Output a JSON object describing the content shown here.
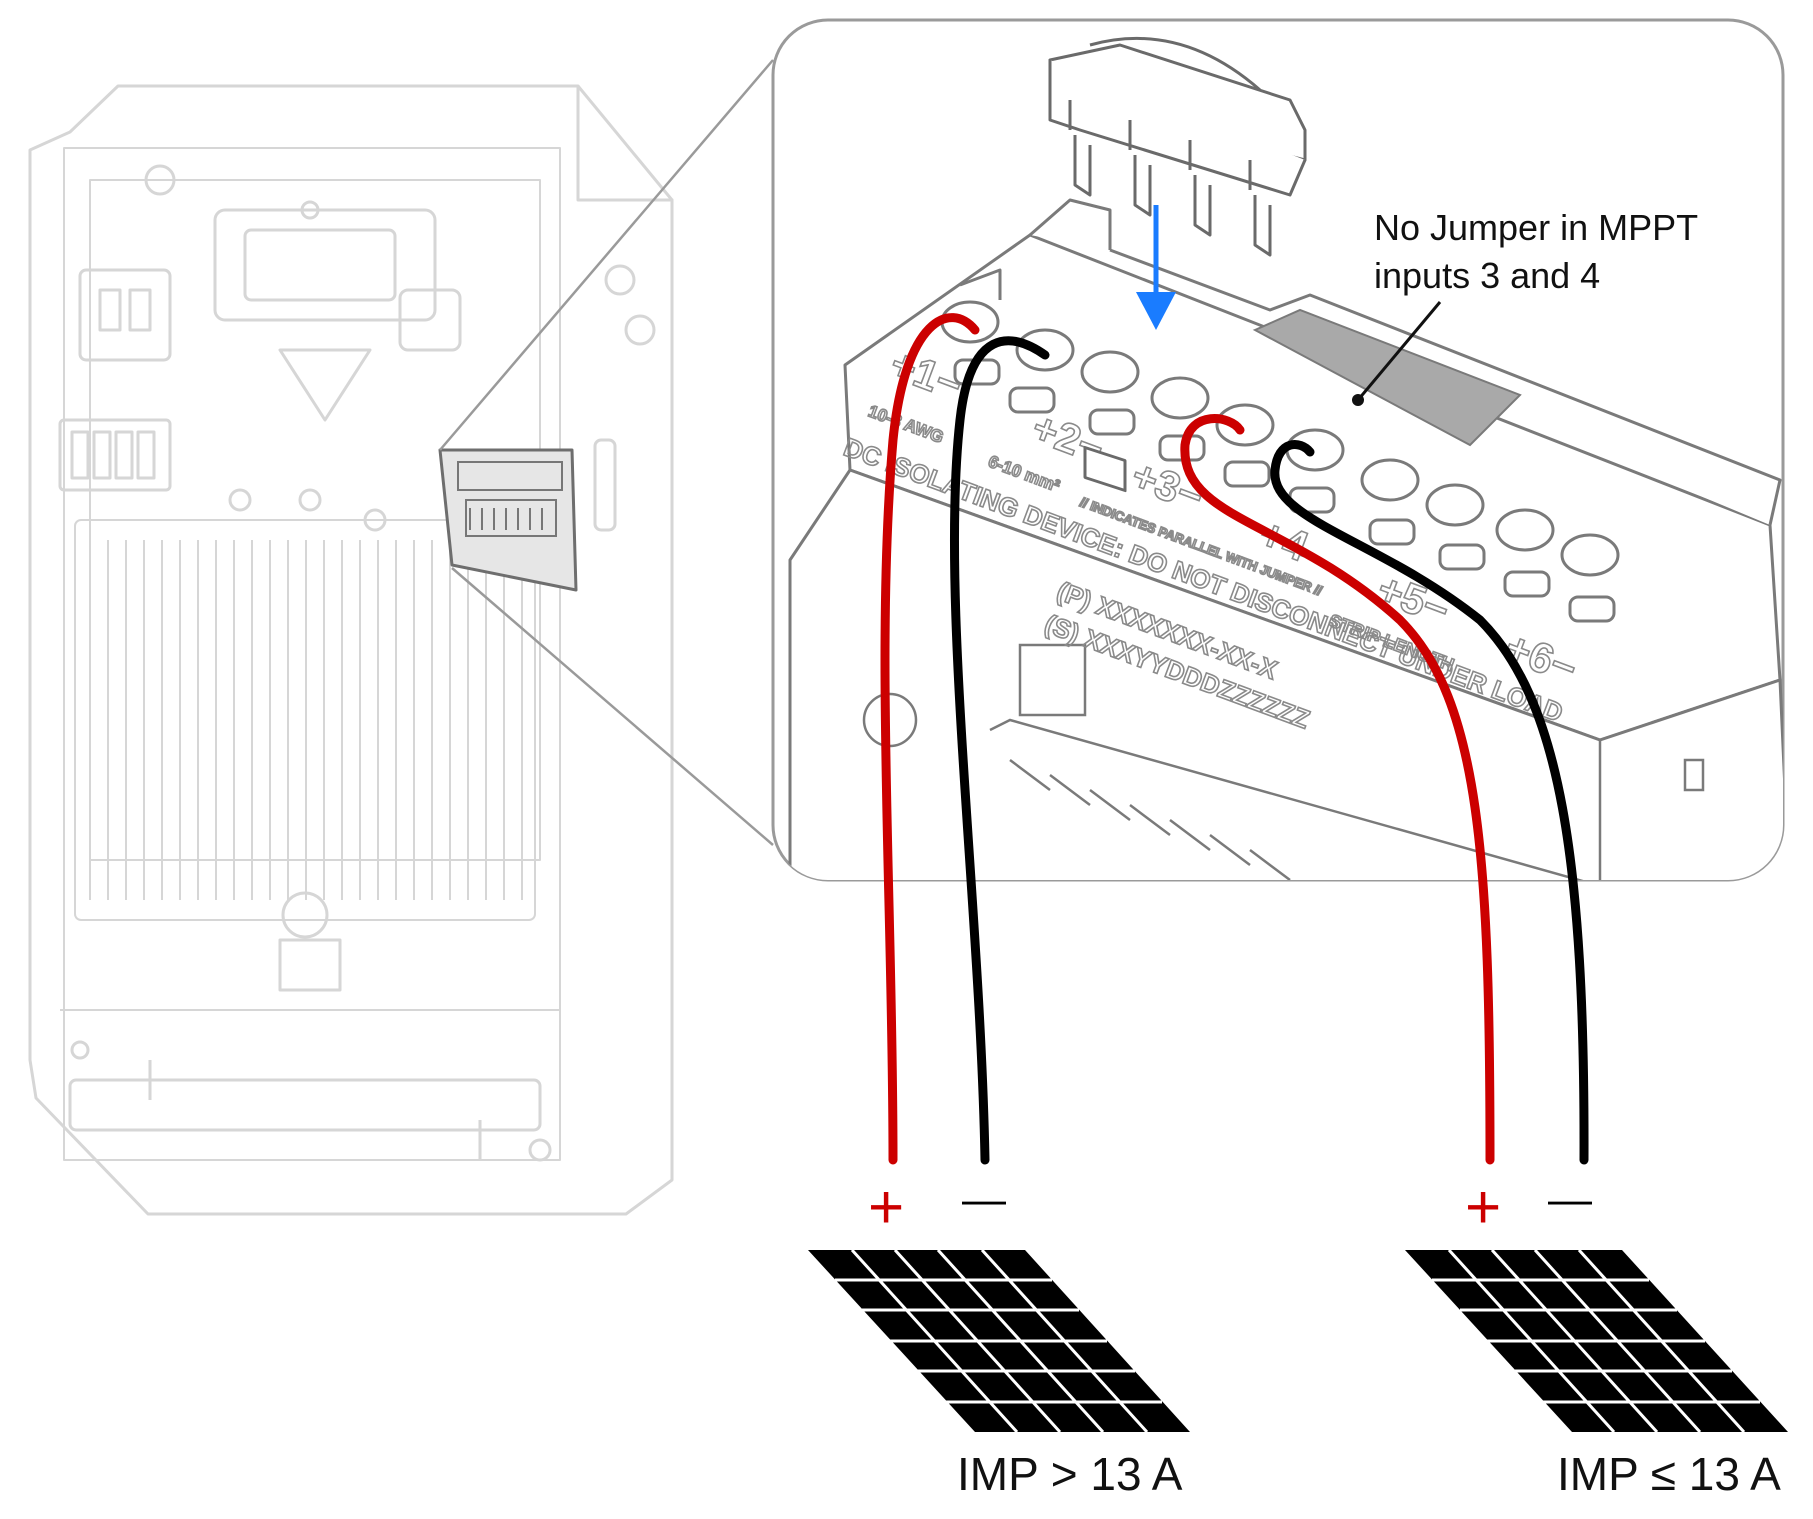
{
  "diagram": {
    "callout": {
      "line1": "No Jumper in MPPT",
      "line2": "inputs 3 and 4"
    },
    "terminal_labels": {
      "t1": "+1−",
      "t2": "+2−",
      "t3": "+3−",
      "t4": "+4",
      "t5": "+5−",
      "t6": "+6−",
      "awg": "10-8 AWG",
      "mm": "6-10 mm²",
      "parallel_note": "// INDICATES PARALLEL WITH JUMPER //",
      "strip_length": "STRIP LENGTH",
      "warning": "DC ISOLATING DEVICE: DO NOT DISCONNECT UNDER LOAD",
      "part_number": "(P) XXXXXXX-XX-X",
      "serial_number": "(S) XXXYYDDDZZZZZZ"
    },
    "left_array": {
      "plus": "+",
      "minus": "—",
      "label": "IMP > 13 A"
    },
    "right_array": {
      "plus": "+",
      "minus": "—",
      "label": "IMP ≤ 13 A"
    },
    "colors": {
      "positive_wire": "#cc0000",
      "negative_wire": "#000000",
      "arrow": "#1a7cff",
      "device_outline": "#d4d4d4",
      "callout_fill": "#a9a9a9"
    }
  }
}
